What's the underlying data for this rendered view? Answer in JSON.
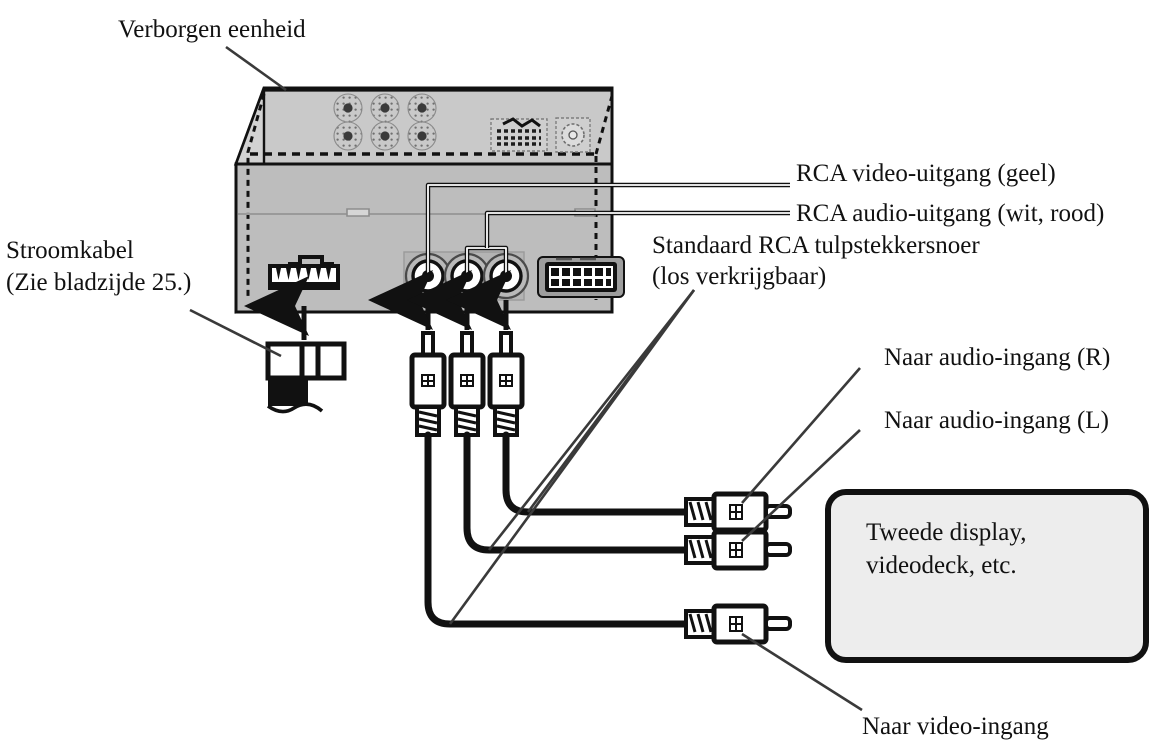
{
  "diagram": {
    "type": "wiring-connection-diagram",
    "language": "nl",
    "title_visible": false,
    "colors": {
      "ink": "#111111",
      "unit_top_face": "#c9c9c9",
      "unit_front_face": "#bdbdbd",
      "unit_side_face": "#d2d2d2",
      "device_box_fill": "#ededed",
      "cable": "#111111",
      "paper": "#ffffff"
    },
    "labels": {
      "hidden_unit": "Verborgen eenheid",
      "power_cable_line1": "Stroomkabel",
      "power_cable_line2": "(Zie bladzijde 25.)",
      "rca_video_out": "RCA video-uitgang (geel)",
      "rca_audio_out": "RCA audio-uitgang (wit, rood)",
      "rca_cord_line1": "Standaard RCA tulpstekkersnoer",
      "rca_cord_line2": "(los verkrijgbaar)",
      "to_audio_in_r": "Naar audio-ingang (R)",
      "to_audio_in_l": "Naar audio-ingang (L)",
      "to_video_in": "Naar video-ingang",
      "device_box_line1": "Tweede display,",
      "device_box_line2": "videodeck, etc."
    },
    "components": {
      "unit": {
        "name": "Verborgen eenheid",
        "jacks": [
          {
            "id": "video",
            "label": "RCA video-uitgang (geel)",
            "color_code": "geel"
          },
          {
            "id": "audio_l",
            "label": "RCA audio-uitgang (wit, rood)",
            "color_code": "wit"
          },
          {
            "id": "audio_r",
            "label": "RCA audio-uitgang (wit, rood)",
            "color_code": "rood"
          }
        ],
        "connectors": [
          {
            "id": "power",
            "label": "Stroomkabel",
            "reference": "(Zie bladzijde 25.)"
          },
          {
            "id": "aux",
            "label": ""
          }
        ]
      },
      "cables": [
        {
          "id": "cable-video",
          "from_jack": "video",
          "to": "Naar video-ingang"
        },
        {
          "id": "cable-audio-l",
          "from_jack": "audio_l",
          "to": "Naar audio-ingang (L)"
        },
        {
          "id": "cable-audio-r",
          "from_jack": "audio_r",
          "to": "Naar audio-ingang (R)"
        }
      ],
      "external_device": {
        "line1": "Tweede display,",
        "line2": "videodeck, etc."
      }
    }
  }
}
